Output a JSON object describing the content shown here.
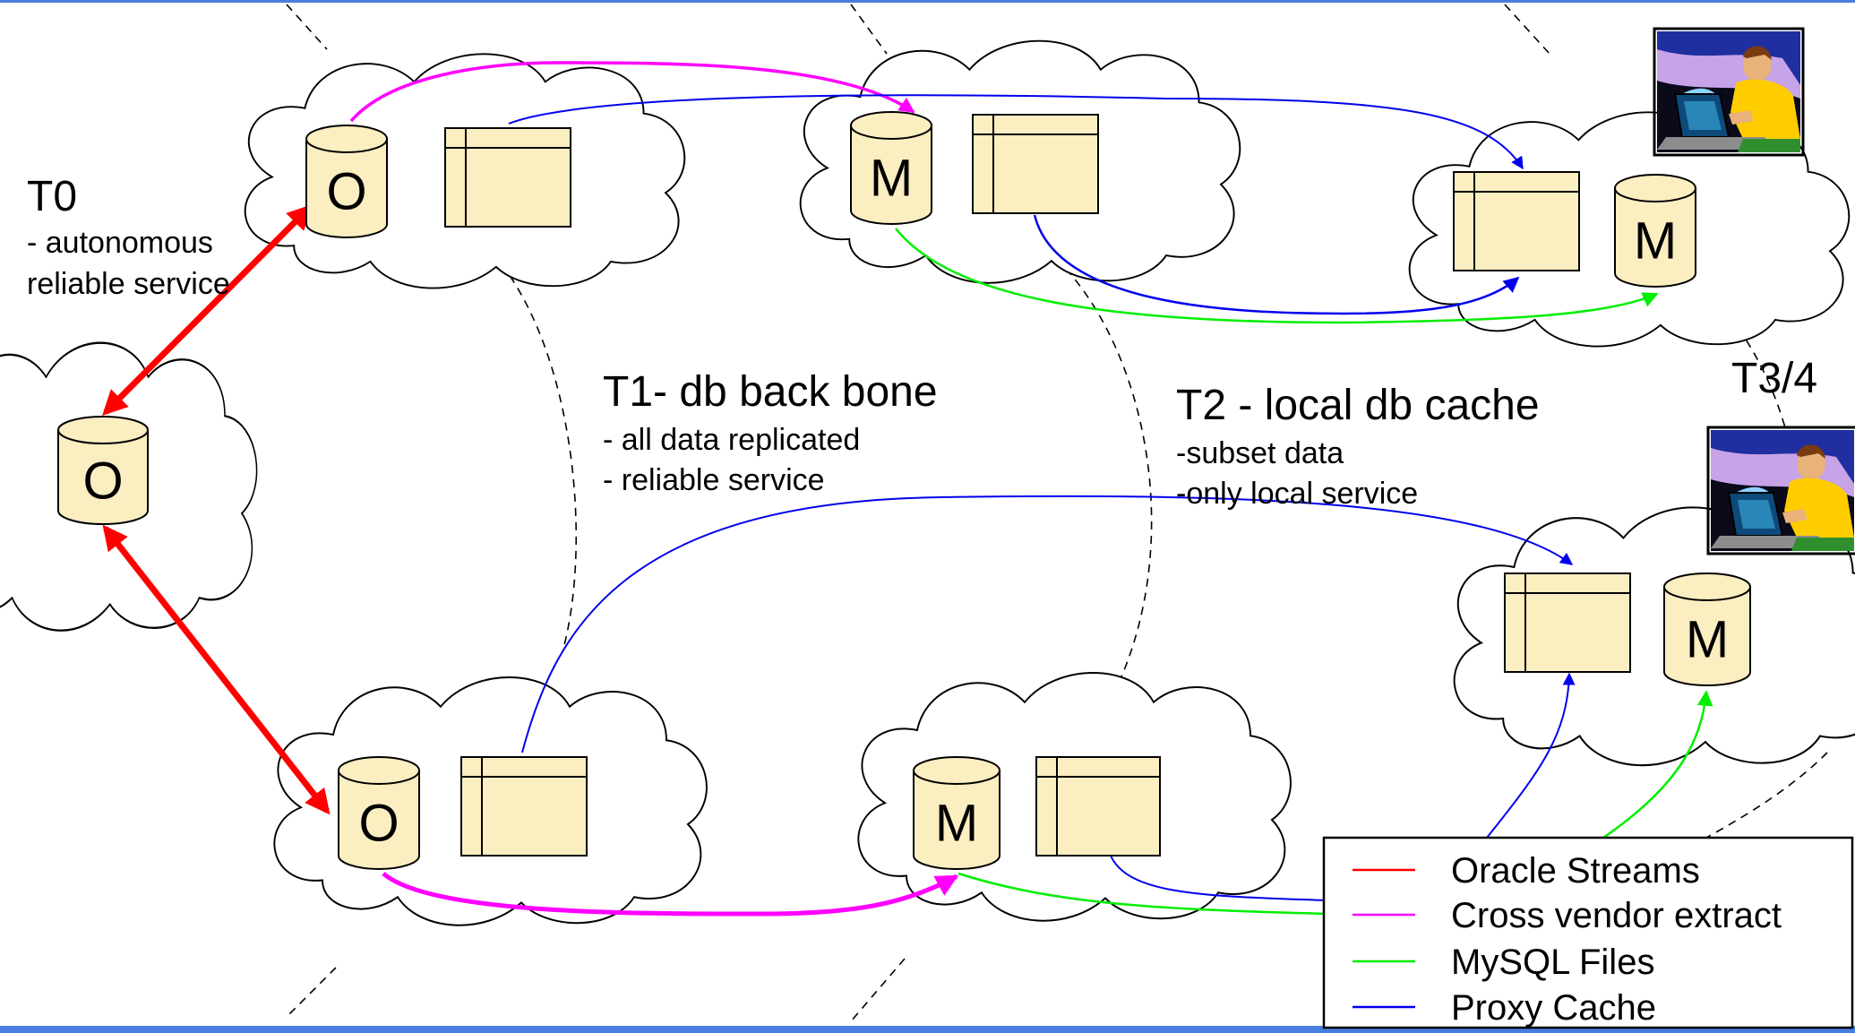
{
  "tiers": {
    "t0": {
      "title": "T0",
      "lines": [
        "- autonomous",
        "reliable service"
      ]
    },
    "t1": {
      "title": "T1- db back bone",
      "lines": [
        "- all data replicated",
        "- reliable service"
      ]
    },
    "t2": {
      "title": "T2 - local db cache",
      "lines": [
        "-subset data",
        "-only local service"
      ]
    },
    "t34": {
      "title": "T3/4"
    }
  },
  "databases": {
    "t0": "O",
    "t1_top": "O",
    "t1_bottom": "O",
    "t2_top": "M",
    "t2_bottom": "M",
    "t3_top": "M",
    "t3_bottom": "M"
  },
  "legend": [
    {
      "label": "Oracle Streams",
      "color": "#ff0000"
    },
    {
      "label": "Cross vendor extract",
      "color": "#ff00ff"
    },
    {
      "label": "MySQL Files",
      "color": "#00ee00"
    },
    {
      "label": "Proxy Cache",
      "color": "#0000ee"
    }
  ],
  "colors": {
    "border": "#4a7de0",
    "cylinder": "#fbeec1",
    "oracle_streams": "#ff0000",
    "cross_vendor": "#ff00ff",
    "mysql_files": "#00ee00",
    "proxy_cache": "#0000ee"
  },
  "icons": [
    "user-at-computer-icon"
  ]
}
